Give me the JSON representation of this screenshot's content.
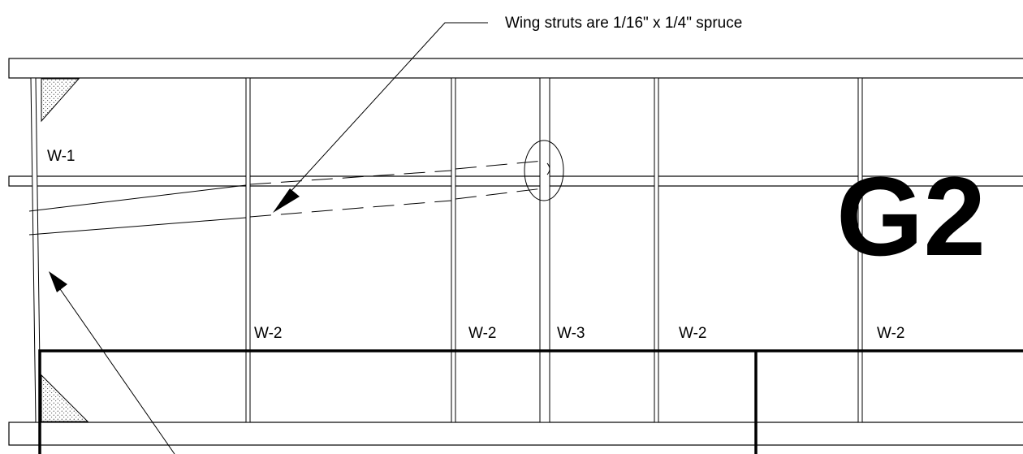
{
  "diagram": {
    "note": "Wing struts are 1/16\" x 1/4\" spruce",
    "rib_labels": [
      "W-1",
      "W-2",
      "W-2",
      "W-3",
      "W-2",
      "W-2"
    ],
    "registration_mark": "G2",
    "colors": {
      "ink": "#000000",
      "paper": "#ffffff"
    }
  }
}
